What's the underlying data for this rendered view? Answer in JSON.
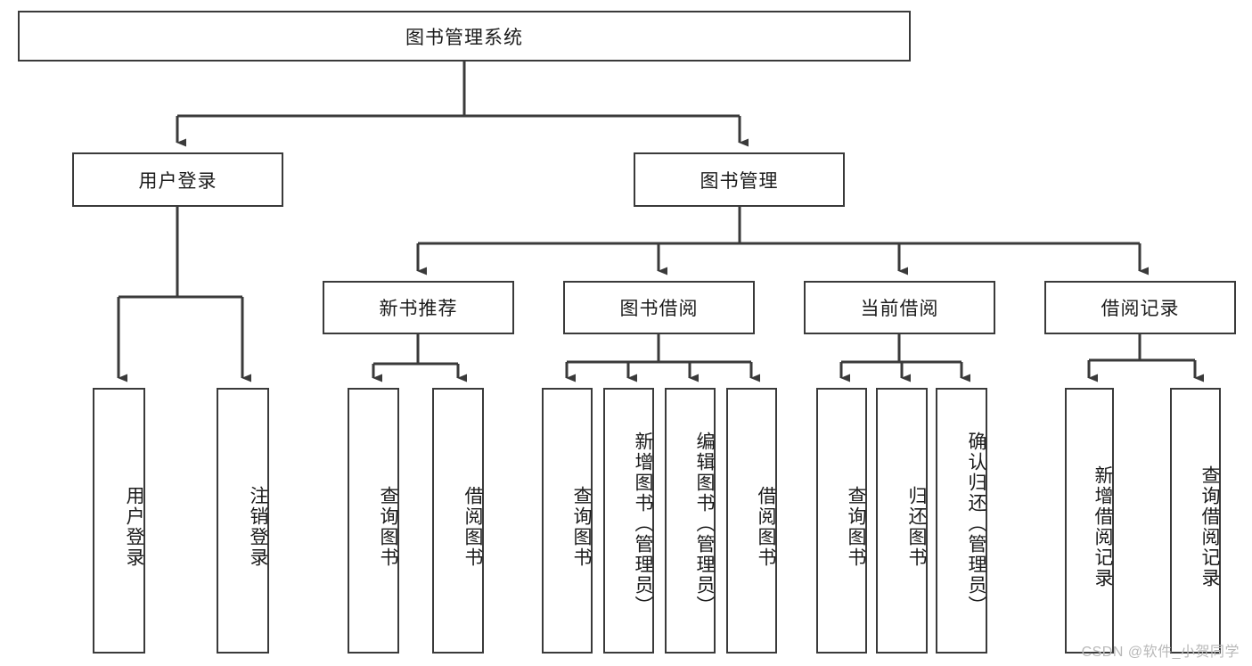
{
  "diagram": {
    "type": "tree-hierarchy-diagram",
    "title": "图书管理系统",
    "colors": {
      "box_border": "#3a3a3a",
      "box_fill": "#ffffff",
      "connector": "#3a3a3a",
      "text": "#1b1b1b",
      "watermark": "#b9b9b9",
      "background": "#ffffff"
    },
    "root": {
      "label": "图书管理系统",
      "children": [
        {
          "label": "用户登录",
          "children": [
            {
              "label": "用户登录"
            },
            {
              "label": "注销登录"
            }
          ]
        },
        {
          "label": "图书管理",
          "children": [
            {
              "label": "新书推荐",
              "children": [
                {
                  "label": "查询图书"
                },
                {
                  "label": "借阅图书"
                }
              ]
            },
            {
              "label": "图书借阅",
              "children": [
                {
                  "label": "查询图书"
                },
                {
                  "label": "新增图书（管理员）"
                },
                {
                  "label": "编辑图书（管理员）"
                },
                {
                  "label": "借阅图书"
                }
              ]
            },
            {
              "label": "当前借阅",
              "children": [
                {
                  "label": "查询图书"
                },
                {
                  "label": "归还图书"
                },
                {
                  "label": "确认归还（管理员）"
                }
              ]
            },
            {
              "label": "借阅记录",
              "children": [
                {
                  "label": "新增借阅记录"
                },
                {
                  "label": "查询借阅记录"
                }
              ]
            }
          ]
        }
      ]
    }
  },
  "nodes": {
    "root_title": "图书管理系统",
    "user_login_branch": "用户登录",
    "book_manage_branch": "图书管理",
    "new_book_recommend": "新书推荐",
    "book_borrow": "图书借阅",
    "current_borrow": "当前借阅",
    "borrow_record": "借阅记录",
    "leaf_user_login": "用户登录",
    "leaf_logout": "注销登录",
    "leaf_rec_query_book": "查询图书",
    "leaf_rec_borrow_book": "借阅图书",
    "leaf_borrow_query_book": "查询图书",
    "leaf_borrow_add_book": "新增图书（管理员）",
    "leaf_borrow_edit_book": "编辑图书（管理员）",
    "leaf_borrow_borrow_book": "借阅图书",
    "leaf_cur_query_book": "查询图书",
    "leaf_cur_return_book": "归还图书",
    "leaf_cur_confirm_return": "确认归还（管理员）",
    "leaf_rec_add_record": "新增借阅记录",
    "leaf_rec_query_record": "查询借阅记录"
  },
  "watermark": {
    "text": "CSDN @软件_小贺同学"
  }
}
